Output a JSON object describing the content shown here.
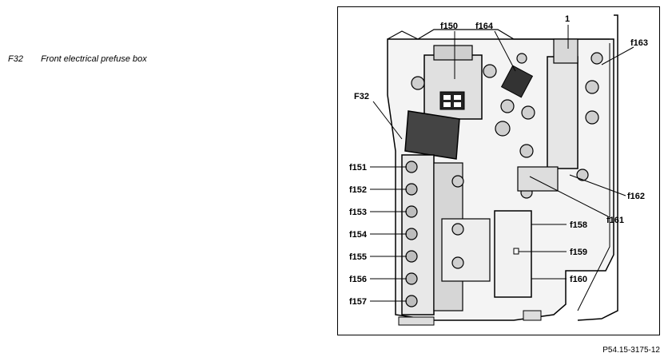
{
  "legend": {
    "code": "F32",
    "description": "Front electrical prefuse box"
  },
  "figure": {
    "labels": {
      "f150": "f150",
      "f164": "f164",
      "one": "1",
      "f163": "f163",
      "F32": "F32",
      "f151": "f151",
      "f152": "f152",
      "f153": "f153",
      "f154": "f154",
      "f155": "f155",
      "f156": "f156",
      "f157": "f157",
      "f158": "f158",
      "f159": "f159",
      "f160": "f160",
      "f161": "f161",
      "f162": "f162"
    },
    "reference": "P54.15-3175-12"
  }
}
